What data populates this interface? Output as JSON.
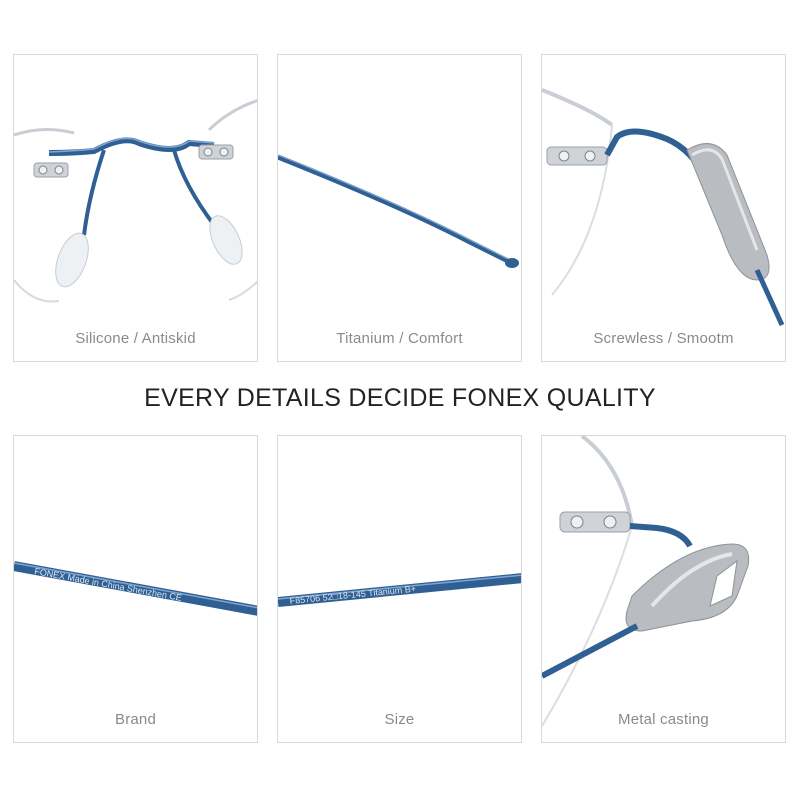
{
  "headline": "EVERY DETAILS DECIDE FONEX QUALITY",
  "panels": [
    {
      "caption": "Silicone / Antiskid"
    },
    {
      "caption": "Titanium / Comfort"
    },
    {
      "caption": "Screwless / Smootm"
    },
    {
      "caption": "Brand",
      "engraving": "FONEX  Made in China Shenzhen  CE"
    },
    {
      "caption": "Size",
      "engraving": "F85706  52□18-145  Titanium B+"
    },
    {
      "caption": "Metal casting"
    }
  ],
  "colors": {
    "frame_blue": "#2f5f93",
    "frame_highlight": "#7fa6cf",
    "metal_silver": "#b9bcc0",
    "lens_edge": "#c9ced4",
    "caption_gray": "#8a8a8a",
    "border_gray": "#d9d9d9"
  }
}
